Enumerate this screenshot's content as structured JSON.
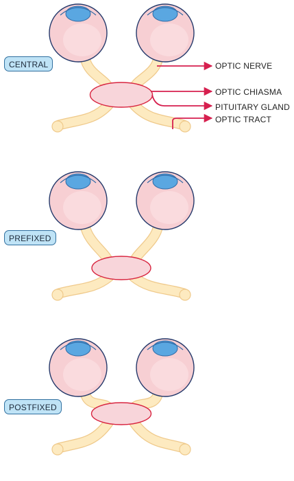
{
  "colors": {
    "eyeball_fill": "#f7cfd3",
    "eyeball_edge": "#24396b",
    "cornea": "#5aa7e1",
    "nerve_fill": "#fdeac0",
    "nerve_edge": "#efc98a",
    "chiasma_fill": "#f8d5da",
    "chiasma_edge": "#d8243f",
    "arrow": "#d61f4e",
    "badge_fill": "#bfe3f6",
    "badge_edge": "#2f6f9f"
  },
  "panels": [
    {
      "label": "CENTRAL",
      "chiasma_position": "central"
    },
    {
      "label": "PREFIXED",
      "chiasma_position": "prefixed"
    },
    {
      "label": "POSTFIXED",
      "chiasma_position": "postfixed"
    }
  ],
  "structure_labels": {
    "optic_nerve": "OPTIC NERVE",
    "optic_chiasma": "OPTIC CHIASMA",
    "pituitary_gland": "PITUITARY GLAND",
    "optic_tract": "OPTIC TRACT"
  }
}
